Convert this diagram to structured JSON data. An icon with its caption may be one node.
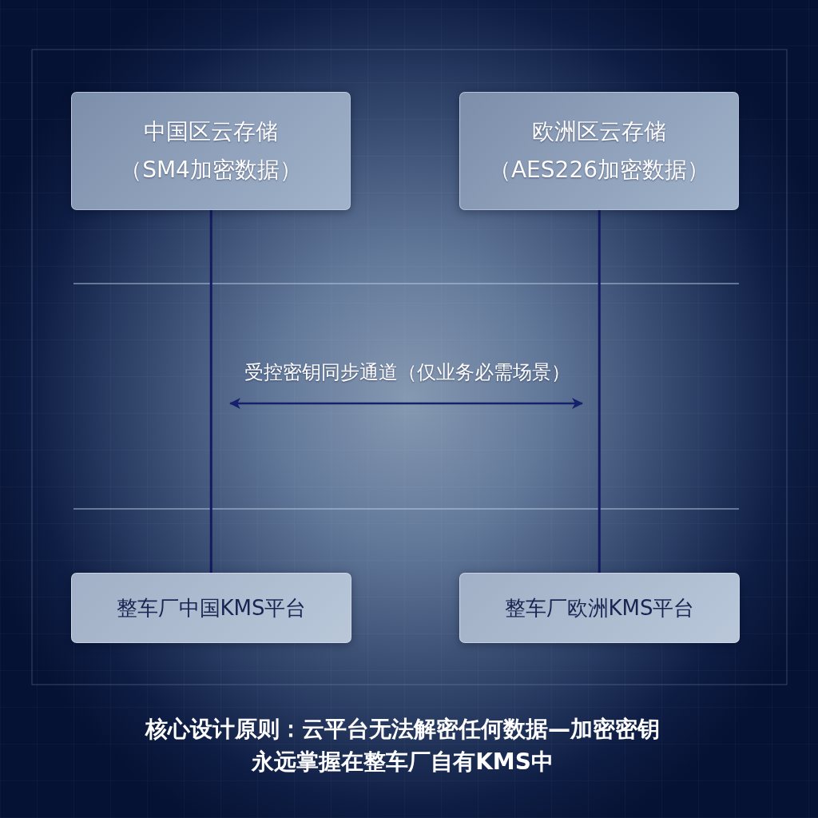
{
  "diagram": {
    "nodes": [
      {
        "text": [
          "中国区云存储",
          "（SM4加密数据）"
        ]
      },
      {
        "text": [
          "欧洲区云存储",
          "（AES226加密数据）"
        ]
      },
      {
        "text": [
          "整车厂中国KMS平台"
        ]
      },
      {
        "text": [
          "整车厂欧洲KMS平台"
        ]
      }
    ],
    "edges": [
      {
        "from": 0,
        "to": 2,
        "arrow": "none"
      },
      {
        "from": 1,
        "to": 3,
        "arrow": "none"
      }
    ],
    "labels": [
      "受控密钥同步通道（仅业务必需场景）"
    ],
    "caption": "核心设计原则：云平台无法解密任何数据—加密密钥永远掌握在整车厂自有KMS中"
  }
}
